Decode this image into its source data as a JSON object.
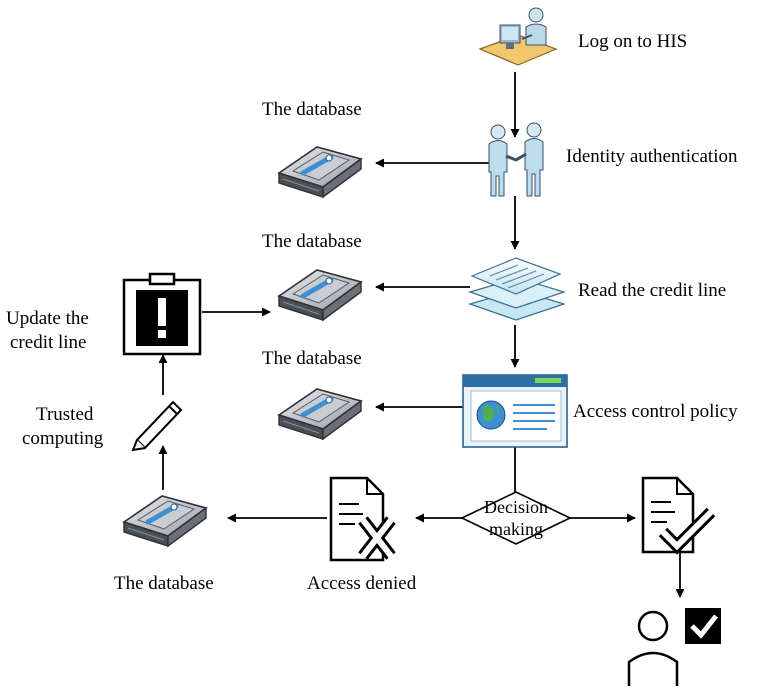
{
  "labels": {
    "log_on": "Log on to HIS",
    "identity_auth": "Identity authentication",
    "read_credit": "Read the credit line",
    "access_policy": "Access control policy",
    "decision_line1": "Decision",
    "decision_line2": "making",
    "access_denied": "Access denied",
    "database_1": "The database",
    "database_2": "The database",
    "database_3": "The database",
    "database_4": "The database",
    "update_line1": "Update the",
    "update_line2": "credit line",
    "trusted_line1": "Trusted",
    "trusted_line2": "computing"
  },
  "icons": {
    "workstation": "user-at-computer-icon",
    "authentication": "handshake-icon",
    "documents": "stacked-documents-icon",
    "policy": "browser-globe-icon",
    "database": "disk-drive-icon",
    "clipboard": "clipboard-alert-icon",
    "pencil": "pencil-icon",
    "denied": "document-cross-icon",
    "approved": "document-check-icon",
    "user": "user-check-icon"
  },
  "colors": {
    "accent_blue": "#3d8fd1",
    "line": "#000000"
  }
}
